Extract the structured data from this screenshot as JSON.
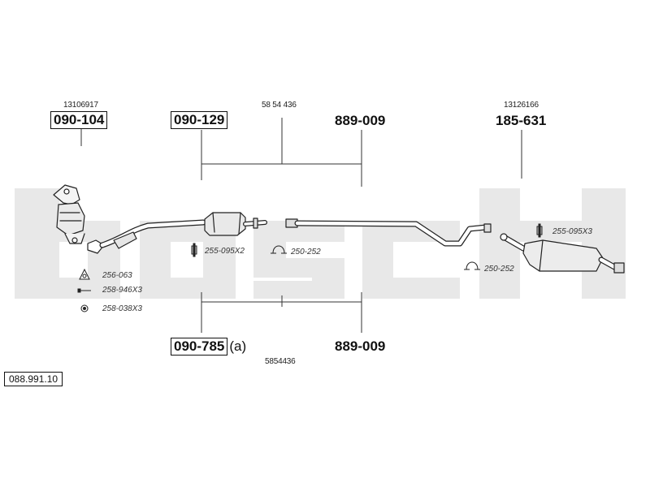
{
  "diagram_number": "088.991.10",
  "parts": {
    "cat_converter": {
      "oe_number": "13106917",
      "code": "090-104"
    },
    "middle_front": {
      "code": "090-129"
    },
    "middle_oe": {
      "oe_number": "58 54 436"
    },
    "middle_pipe": {
      "code": "889-009"
    },
    "rear_silencer": {
      "oe_number": "13126166",
      "code": "185-631"
    },
    "lower_front": {
      "code": "090-785",
      "suffix": "(a)",
      "oe_number": "5854436"
    },
    "lower_pipe": {
      "code": "889-009"
    }
  },
  "fittings": {
    "gasket_front": "256-063",
    "bolt": "258-946X3",
    "nut": "258-038X3",
    "clamp_mid_1": "255-095X2",
    "clamp_mid_2": "250-252",
    "clamp_rear_1": "255-095X3",
    "clamp_rear_2": "250-252"
  }
}
